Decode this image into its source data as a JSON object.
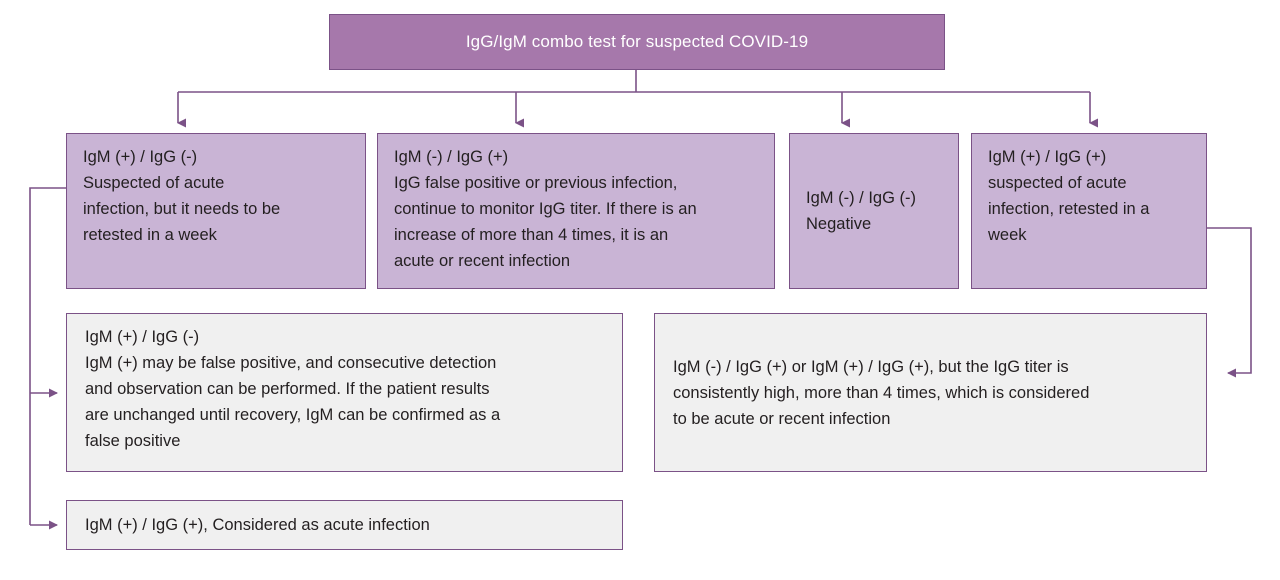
{
  "diagram": {
    "title_box": {
      "label": "IgG/IgM combo test for suspected COVID-19"
    },
    "result_boxes": [
      {
        "name": "igm-pos-igg-neg",
        "label": "IgM (+) / IgG (-)\nSuspected of acute\ninfection, but it needs to be\nretested in a week"
      },
      {
        "name": "igm-neg-igg-pos",
        "label": "IgM (-) / IgG (+)\nIgG false positive or previous infection,\ncontinue to monitor IgG titer. If there is an\nincrease of more than 4 times, it is an\nacute or recent infection"
      },
      {
        "name": "igm-neg-igg-neg",
        "label": "IgM (-) / IgG (-)\nNegative"
      },
      {
        "name": "igm-pos-igg-pos",
        "label": "IgM (+) / IgG (+)\nsuspected of acute\ninfection, retested in a\nweek"
      }
    ],
    "followup_boxes": [
      {
        "name": "igm-false-positive",
        "label": "IgM (+) / IgG (-)\nIgM (+) may be false positive, and consecutive detection\nand observation can be performed. If the patient results\nare unchanged until recovery, IgM can be confirmed as a\nfalse positive"
      },
      {
        "name": "igg-titer-high",
        "label": "IgM (-) / IgG (+) or IgM (+) / IgG (+), but the IgG titer is\nconsistently high, more than 4 times, which is considered\nto be acute or recent infection"
      },
      {
        "name": "igm-pos-igg-pos-acute",
        "label": "IgM (+) / IgG (+), Considered as acute infection"
      }
    ],
    "colors": {
      "title_fill": "#a678ab",
      "node_fill": "#c9b4d5",
      "followup_fill": "#f0f0f0",
      "border": "#7b5287",
      "connector": "#7b5287",
      "title_text": "#ffffff",
      "body_text": "#231f20"
    }
  }
}
